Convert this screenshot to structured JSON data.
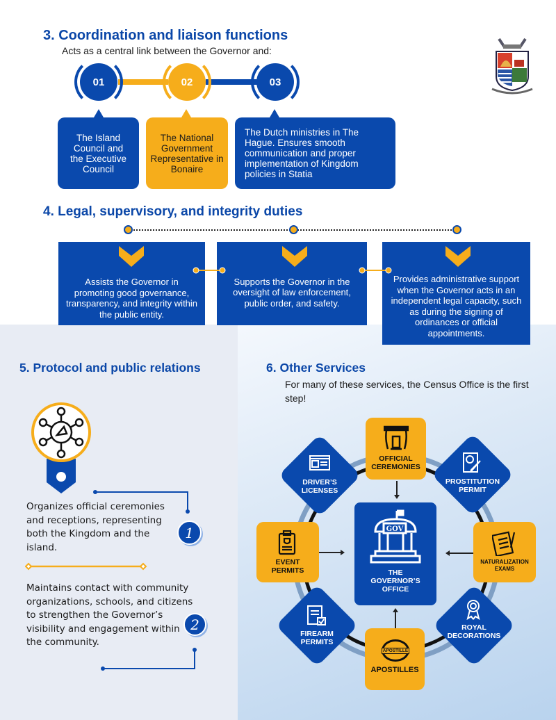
{
  "section3": {
    "title": "3. Coordination and liaison functions",
    "subtitle": "Acts as a central link between the Governor and:",
    "steps": [
      {
        "number": "01",
        "text": "The Island Council and the Executive Council",
        "color": "#0a49ad"
      },
      {
        "number": "02",
        "text": "The National Government Representative in Bonaire",
        "color": "#f6ad1b"
      },
      {
        "number": "03",
        "text": "The Dutch ministries in The Hague. Ensures smooth communication and proper implementation of Kingdom policies in Statia",
        "color": "#0a49ad"
      }
    ]
  },
  "section4": {
    "title": "4. Legal, supervisory, and integrity duties",
    "items": [
      "Assists the Governor in promoting good governance, transparency, and integrity within the public entity.",
      "Supports the Governor in the oversight of law enforcement, public order, and safety.",
      "Provides administrative support when the Governor acts in an independent legal capacity, such as during the signing of ordinances or official appointments."
    ]
  },
  "section5": {
    "title": "5. Protocol and public relations",
    "items": [
      {
        "badge": "1",
        "text": "Organizes official ceremonies and receptions, representing both the Kingdom and the island."
      },
      {
        "badge": "2",
        "text": "Maintains contact with community organizations, schools, and citizens to strengthen the Governor’s visibility and engagement within the community."
      }
    ]
  },
  "section6": {
    "title": "6. Other Services",
    "subtitle": "For many of these services, the Census Office is the first step!",
    "center": {
      "label": "THE GOVERNOR’S OFFICE",
      "sign": "GOV"
    },
    "services": {
      "ceremonies": "OFFICIAL CEREMONIES",
      "drivers": "DRIVER’S LICENSES",
      "prostitution": "PROSTITUTION PERMIT",
      "event": "EVENT PERMITS",
      "naturalization": "NATURALIZATION EXAMS",
      "firearm": "FIREARM PERMITS",
      "apostilles": "APOSTILLES",
      "royal": "ROYAL DECORATIONS"
    },
    "apostille_stamp": "APOSTILLE"
  },
  "colors": {
    "blue": "#0a49ad",
    "orange": "#f6ad1b",
    "left_panel": "#e8ecf4"
  }
}
